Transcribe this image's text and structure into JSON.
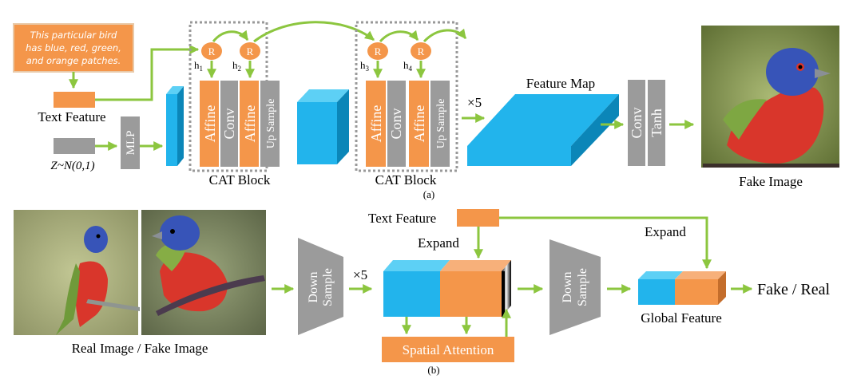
{
  "text_input": {
    "caption_lines": [
      "This particular bird",
      "has blue, red, green,",
      "and orange patches."
    ]
  },
  "generator": {
    "text_feature_label": "Text Feature",
    "noise_label": "Z~N(0,1)",
    "mlp_label": "MLP",
    "cat_block_1": {
      "label": "CAT Block",
      "recurrent_symbol": "R",
      "hidden_1": "h",
      "hidden_1_sub": "1",
      "hidden_2": "h",
      "hidden_2_sub": "2",
      "layers": [
        "Affine",
        "Conv",
        "Affine",
        "Up Sample"
      ]
    },
    "cat_block_2": {
      "label": "CAT Block",
      "recurrent_symbol": "R",
      "hidden_3": "h",
      "hidden_3_sub": "3",
      "hidden_4": "h",
      "hidden_4_sub": "4",
      "layers": [
        "Affine",
        "Conv",
        "Affine",
        "Up Sample"
      ]
    },
    "repeat_label": "×5",
    "feature_map_label": "Feature Map",
    "output_layers": [
      "Conv",
      "Tanh"
    ],
    "fake_image_label": "Fake Image",
    "panel_label": "(a)"
  },
  "discriminator": {
    "input_label": "Real Image / Fake Image",
    "down_sample_1": [
      "Down",
      "Sample"
    ],
    "repeat_label": "×5",
    "text_feature_label": "Text Feature",
    "expand_label_1": "Expand",
    "expand_label_2": "Expand",
    "spatial_attention_label": "Spatial Attention",
    "down_sample_2": [
      "Down",
      "Sample"
    ],
    "global_feature_label": "Global Feature",
    "output_label": "Fake / Real",
    "panel_label": "(b)"
  },
  "colors": {
    "orange": "#F4964A",
    "blue": "#22B4EC",
    "blue_dark": "#0B86B8",
    "blue_top": "#5DD0F5",
    "gray": "#9B9B9B",
    "arrow": "#8CC63F",
    "dotted": "#999999"
  }
}
